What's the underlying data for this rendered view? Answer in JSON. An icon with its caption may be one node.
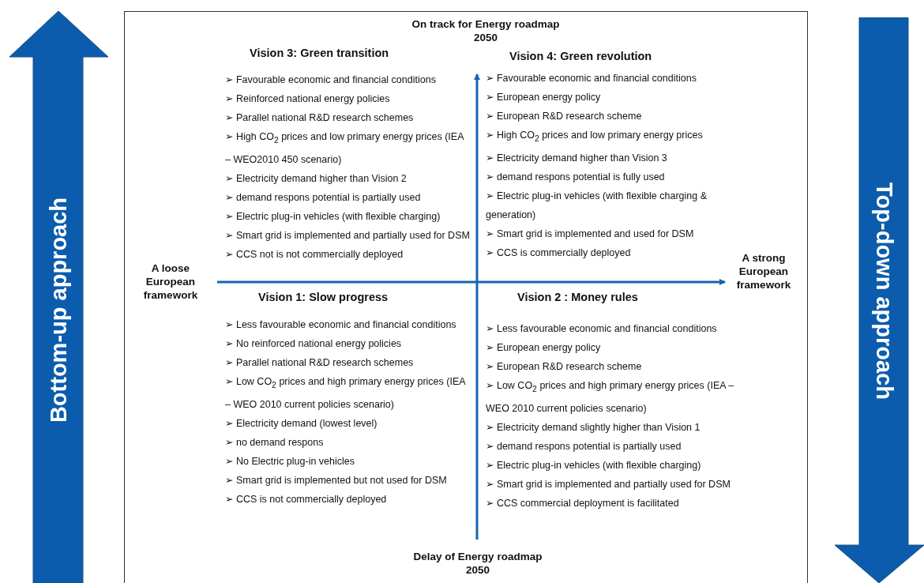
{
  "diagram": {
    "nodes": [
      {
        "text": [
          "Bottom-up approach"
        ]
      },
      {
        "text": [
          "Top-down approach"
        ]
      }
    ],
    "labels": [
      "On track for Energy roadmap 2050",
      "Vision 3: Green transition",
      "Vision 4: Green revolution",
      "➢ Favourable economic and financial conditions",
      "➢ Reinforced national energy policies",
      "➢ Parallel national R&D research schemes",
      "➢ High CO$_{2}$ prices and low primary energy prices (IEA – WEO2010 450 scenario)",
      "➢ Electricity demand higher than Vision 2",
      "➢ demand respons potential is partially used",
      "➢ Electric plug-in vehicles (with flexible charging)",
      "➢ Smart grid is implemented and partially used for DSM",
      "➢ CCS not is not commercially deployed",
      "➢ Favourable economic and financial conditions",
      "➢ European energy policy",
      "➢ European R&D research scheme",
      "➢ High CO$_{2}$ prices and low primary energy prices",
      "➢ Electricity demand higher than Vision 3",
      "➢ demand respons potential is fully used",
      "➢ Electric plug-in vehicles (with flexible charging & generation)",
      "➢ Smart grid is implemented and used for DSM",
      "➢ CCS is commercially deployed",
      "A loose European framework",
      "A strong European framework",
      "Vision 1: Slow progress",
      "Vision 2 : Money rules",
      "➢ Less favourable economic and financial conditions",
      "➢ No reinforced national energy policies",
      "➢ Parallel national R&D research schemes",
      "➢ Low CO$_{2}$ prices and high primary energy prices (IEA – WEO 2010 current policies scenario)",
      "➢ Electricity demand (lowest level)",
      "➢ no demand respons",
      "➢ No Electric plug-in vehicles",
      "➢ Smart grid is implemented but not used for DSM",
      "➢ CCS is not commercially deployed",
      "➢ Less favourable economic and financial conditions",
      "➢ European energy policy",
      "➢ European R&D research scheme",
      "➢ Low CO$_{2}$ prices and high primary energy prices (IEA – WEO 2010 current policies scenario)",
      "➢ Electricity demand slightly higher than Vision 1",
      "➢ demand respons potential is partially used",
      "➢ Electric plug-in vehicles (with flexible charging)",
      "➢ Smart grid is implemented and partially used for DSM",
      "➢ CCS commercial deployment is facilitated",
      "Delay of Energy roadmap 2050"
    ]
  }
}
